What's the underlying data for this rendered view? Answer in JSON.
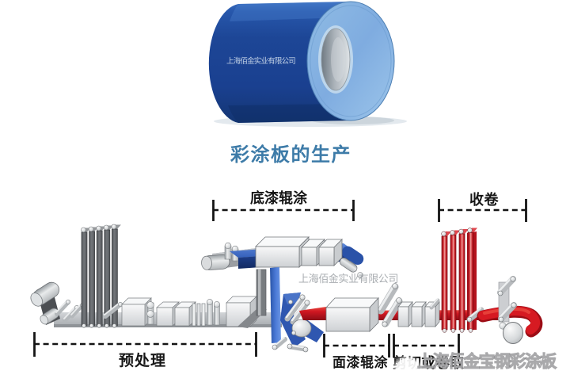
{
  "page": {
    "background": "#ffffff",
    "title": "彩涂板的生产",
    "title_color": "#3d7ba8"
  },
  "hero_coil": {
    "watermark": "上海佰金实业有限公司",
    "body_color": "#1d4795",
    "face_color": "#8fbce6",
    "core_color": "#c3cad0"
  },
  "diagram": {
    "watermark": "上海佰金实业有限公司",
    "corner_watermark": "上海佰金宝钢彩涂板",
    "line_red": "#c9151e",
    "machine_blue": "#2a52a8",
    "machine_gray": "#b5b8bb",
    "stages": [
      {
        "id": "pretreatment",
        "label": "预处理",
        "bracket": "bottom"
      },
      {
        "id": "primer-coating",
        "label": "底漆辊涂",
        "bracket": "top"
      },
      {
        "id": "finish-coating",
        "label": "面漆辊涂",
        "bracket": "bottom"
      },
      {
        "id": "shear-or-recoil",
        "label": "剪切或卷取",
        "bracket": "bottom"
      },
      {
        "id": "recoiling",
        "label": "收卷",
        "bracket": "top"
      }
    ]
  }
}
